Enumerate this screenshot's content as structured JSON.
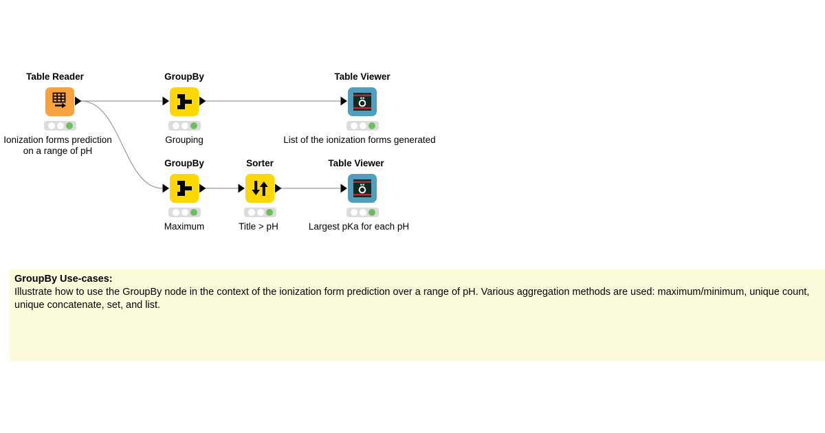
{
  "app": "workflow-editor",
  "colors": {
    "reader_orange": "#F7A13F",
    "manipulator_yellow": "#FED802",
    "viewer_blue": "#4F9EBB",
    "status_green": "#6CBE5C",
    "status_bg": "#DCDCDC",
    "connection_gray": "#9A9A9A",
    "port_black": "#000000",
    "annotation_bg": "#FBFBDC",
    "viewer_inner_dark": "#11291E",
    "viewer_stripe_red": "#AC2B3F"
  },
  "nodes": [
    {
      "title": "Table Reader",
      "label": "Ionization forms prediction\non a range of pH",
      "type": "reader",
      "state": "executed"
    },
    {
      "title": "GroupBy",
      "label": "Grouping",
      "type": "manipulator",
      "state": "executed"
    },
    {
      "title": "Table Viewer",
      "label": "List of the ionization forms generated",
      "type": "viewer",
      "state": "executed"
    },
    {
      "title": "GroupBy",
      "label": "Maximum",
      "type": "manipulator",
      "state": "executed"
    },
    {
      "title": "Sorter",
      "label": "Title > pH",
      "type": "manipulator",
      "state": "executed"
    },
    {
      "title": "Table Viewer",
      "label": "Largest pKa for each pH",
      "type": "viewer",
      "state": "executed"
    }
  ],
  "connections": [
    {
      "from": "Table Reader",
      "to": "GroupBy (Grouping)"
    },
    {
      "from": "Table Reader",
      "to": "GroupBy (Maximum)"
    },
    {
      "from": "GroupBy (Grouping)",
      "to": "Table Viewer (List of the ionization forms generated)"
    },
    {
      "from": "GroupBy (Maximum)",
      "to": "Sorter (Title > pH)"
    },
    {
      "from": "Sorter (Title > pH)",
      "to": "Table Viewer (Largest pKa for each pH)"
    }
  ],
  "annotation": {
    "heading": "GroupBy Use-cases:",
    "body": "Illustrate how to use the GroupBy node in the context of the ionization form prediction over a range of pH. Various aggregation methods are used: maximum/minimum, unique count,\nunique concatenate, set, and list."
  }
}
